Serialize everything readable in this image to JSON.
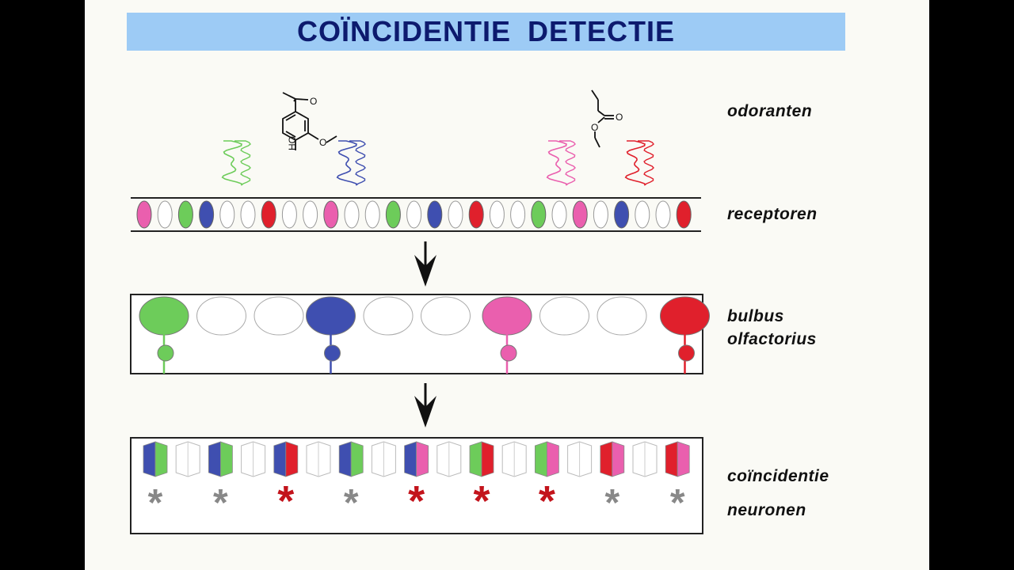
{
  "title": "COÏNCIDENTIE  DETECTIE",
  "labels": {
    "odorants": "odoranten",
    "receptors": "receptoren",
    "bulbus_line1": "bulbus",
    "bulbus_line2": "olfactorius",
    "coincidence_line1": "coïncidentie",
    "coincidence_line2": "neuronen"
  },
  "colors": {
    "green": "#6dcc5a",
    "blue": "#3f4fb0",
    "pink": "#ea5fae",
    "red": "#e0202c",
    "title_bg": "#9dcbf5",
    "title_text": "#0d1a6e",
    "star_gray": "#888888",
    "star_red": "#c3141c"
  },
  "odorant_molecules": [
    {
      "name": "left-molecule",
      "atoms": [
        "O",
        "O",
        "HO"
      ]
    },
    {
      "name": "right-molecule",
      "atoms": [
        "O",
        "O"
      ]
    }
  ],
  "receptor_proteins": [
    "green",
    "blue",
    "pink",
    "red"
  ],
  "receptor_row": [
    "pink",
    "empty",
    "green",
    "blue",
    "empty",
    "empty",
    "red",
    "empty",
    "empty",
    "pink",
    "empty",
    "empty",
    "green",
    "empty",
    "blue",
    "empty",
    "red",
    "empty",
    "empty",
    "green",
    "empty",
    "pink",
    "empty",
    "blue",
    "empty",
    "empty",
    "red"
  ],
  "glomeruli": [
    "green",
    "empty",
    "empty",
    "blue",
    "empty",
    "empty",
    "pink",
    "empty",
    "empty",
    "red"
  ],
  "coincidence_neurons": [
    {
      "left": "blue",
      "right": "green",
      "star": "gray"
    },
    {
      "left": "empty",
      "right": "empty",
      "star": null
    },
    {
      "left": "blue",
      "right": "green",
      "star": "gray"
    },
    {
      "left": "empty",
      "right": "empty",
      "star": null
    },
    {
      "left": "blue",
      "right": "red",
      "star": "red"
    },
    {
      "left": "empty",
      "right": "empty",
      "star": null
    },
    {
      "left": "blue",
      "right": "green",
      "star": "gray"
    },
    {
      "left": "empty",
      "right": "empty",
      "star": null
    },
    {
      "left": "blue",
      "right": "pink",
      "star": "red"
    },
    {
      "left": "empty",
      "right": "empty",
      "star": null
    },
    {
      "left": "green",
      "right": "red",
      "star": "red"
    },
    {
      "left": "empty",
      "right": "empty",
      "star": null
    },
    {
      "left": "green",
      "right": "pink",
      "star": "red"
    },
    {
      "left": "empty",
      "right": "empty",
      "star": null
    },
    {
      "left": "red",
      "right": "pink",
      "star": "gray"
    },
    {
      "left": "empty",
      "right": "empty",
      "star": null
    },
    {
      "left": "red",
      "right": "pink",
      "star": "gray"
    }
  ],
  "star_symbol": "*"
}
